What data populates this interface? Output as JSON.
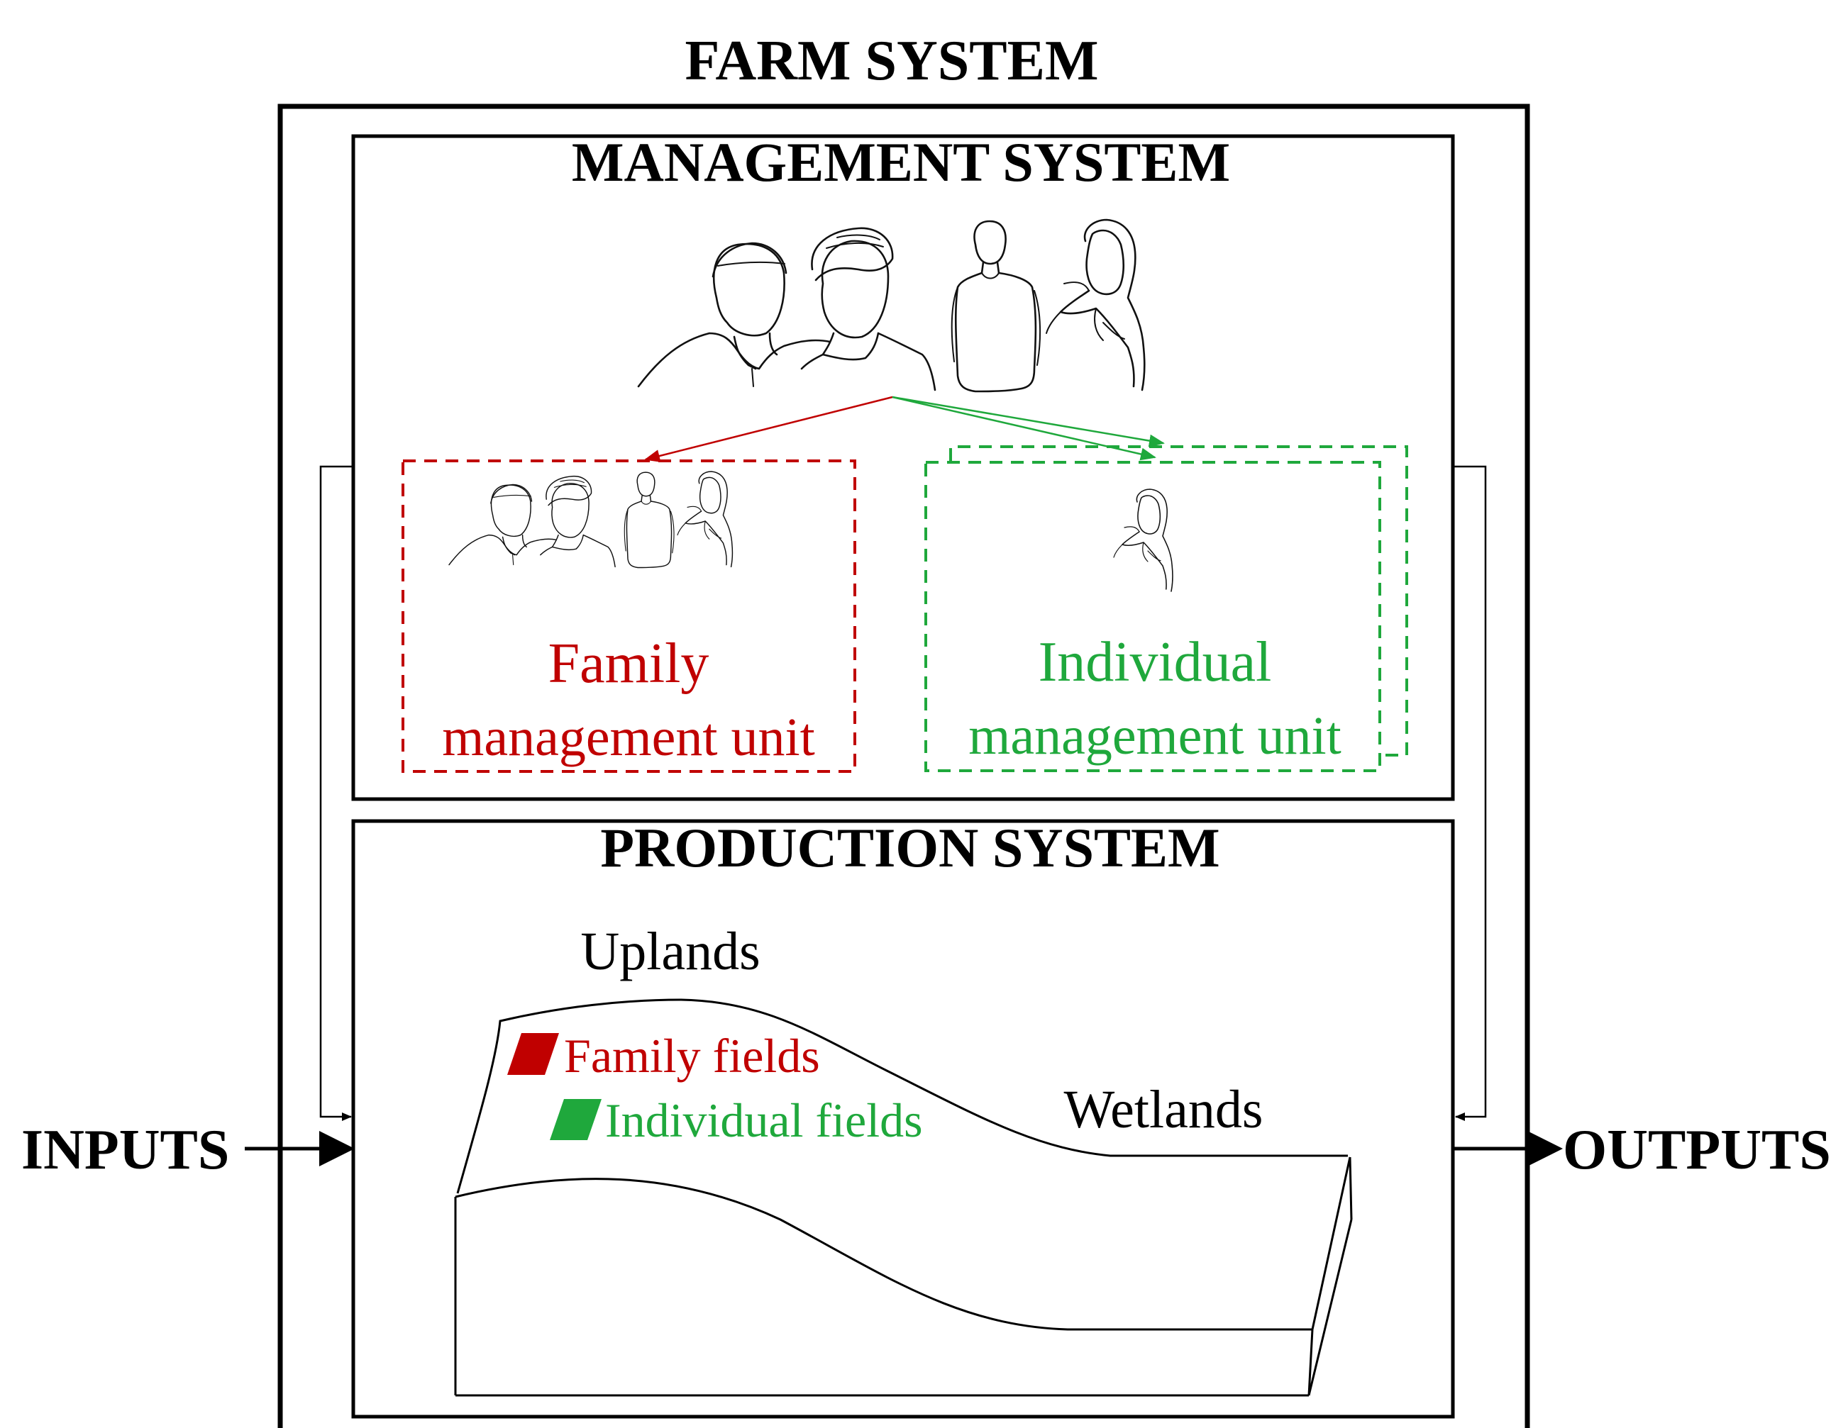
{
  "diagram": {
    "title": "FARM SYSTEM",
    "inputs_label": "INPUTS",
    "outputs_label": "OUTPUTS",
    "management": {
      "title": "MANAGEMENT SYSTEM",
      "family_unit": {
        "line1": "Family",
        "line2": "management unit"
      },
      "individual_unit": {
        "line1": "Individual",
        "line2": "management unit"
      }
    },
    "production": {
      "title": "PRODUCTION SYSTEM",
      "uplands": "Uplands",
      "wetlands": "Wetlands",
      "family_fields": "Family fields",
      "individual_fields": "Individual fields"
    },
    "colors": {
      "family": "#c00000",
      "individual": "#1fa83c",
      "outline": "#000000"
    }
  }
}
